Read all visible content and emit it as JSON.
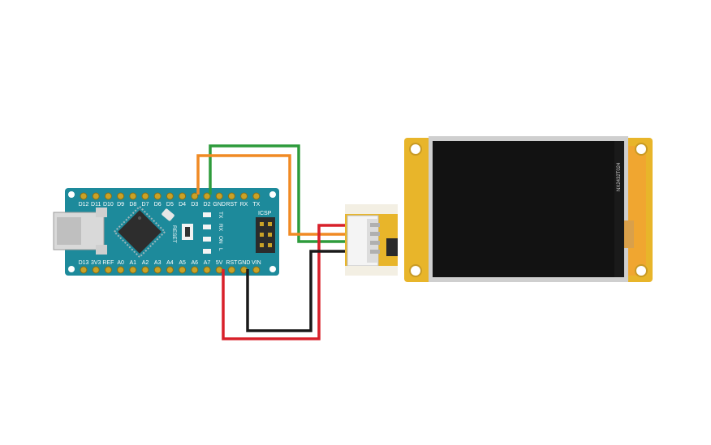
{
  "arduino": {
    "top_pins": [
      "D12",
      "D11",
      "D10",
      "D9",
      "D8",
      "D7",
      "D6",
      "D5",
      "D4",
      "D3",
      "D2",
      "GND",
      "RST",
      "RX",
      "TX"
    ],
    "bottom_pins": [
      "D13",
      "3V3",
      "REF",
      "A0",
      "A1",
      "A2",
      "A3",
      "A4",
      "A5",
      "A6",
      "A7",
      "5V",
      "RST",
      "GND",
      "VIN"
    ],
    "icsp_label": "ICSP",
    "reset_label": "RESET",
    "leds": [
      "TX",
      "RX",
      "ON",
      "L"
    ],
    "board_color": "#1d8a9b"
  },
  "display": {
    "pcb_color": "#e8b52a",
    "screen_color": "#121212",
    "side_text": "NX2432T024"
  },
  "wires": [
    {
      "name": "green",
      "color": "#2e9b3c"
    },
    {
      "name": "orange",
      "color": "#f08a24"
    },
    {
      "name": "red",
      "color": "#d8202a"
    },
    {
      "name": "black",
      "color": "#1a1a1a"
    }
  ]
}
